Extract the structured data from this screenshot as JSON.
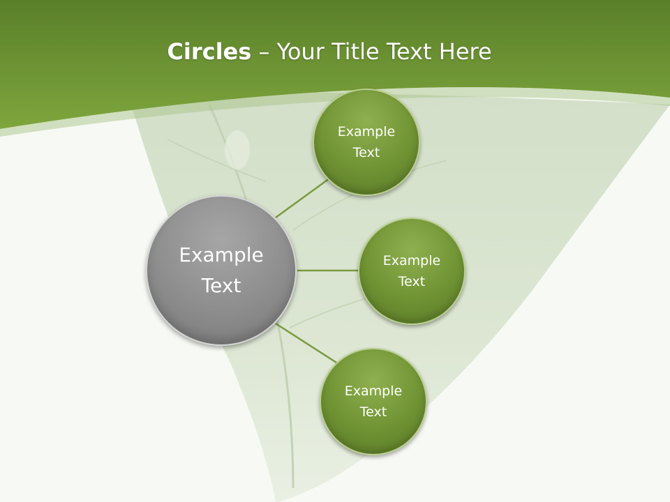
{
  "slide": {
    "title_bold": "Circles",
    "title_rest": " – Your Title Text Here"
  },
  "diagram": {
    "center": {
      "label_line1": "Example",
      "label_line2": "Text"
    },
    "satellites": [
      {
        "label_line1": "Example",
        "label_line2": "Text"
      },
      {
        "label_line1": "Example",
        "label_line2": "Text"
      },
      {
        "label_line1": "Example",
        "label_line2": "Text"
      }
    ]
  },
  "colors": {
    "header_green": "#6f9a32",
    "circle_green": "#6f9233",
    "circle_gray": "#8d8d8d",
    "connector": "#7a9a3e"
  }
}
